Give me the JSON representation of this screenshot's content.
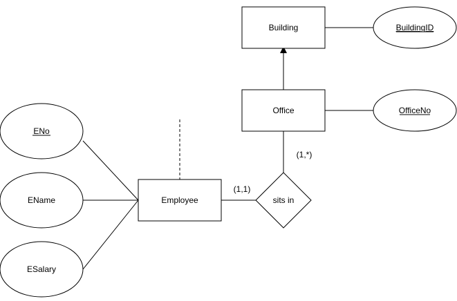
{
  "diagram": {
    "entities": {
      "building": "Building",
      "office": "Office",
      "employee": "Employee"
    },
    "attributes": {
      "building_id": "BuildingID",
      "office_no": "OfficeNo",
      "eno": "ENo",
      "ename": "EName",
      "esalary": "ESalary"
    },
    "relationships": {
      "sits_in": "sits in"
    },
    "cardinalities": {
      "employee_side": "(1,1)",
      "office_side": "(1,*)"
    }
  }
}
